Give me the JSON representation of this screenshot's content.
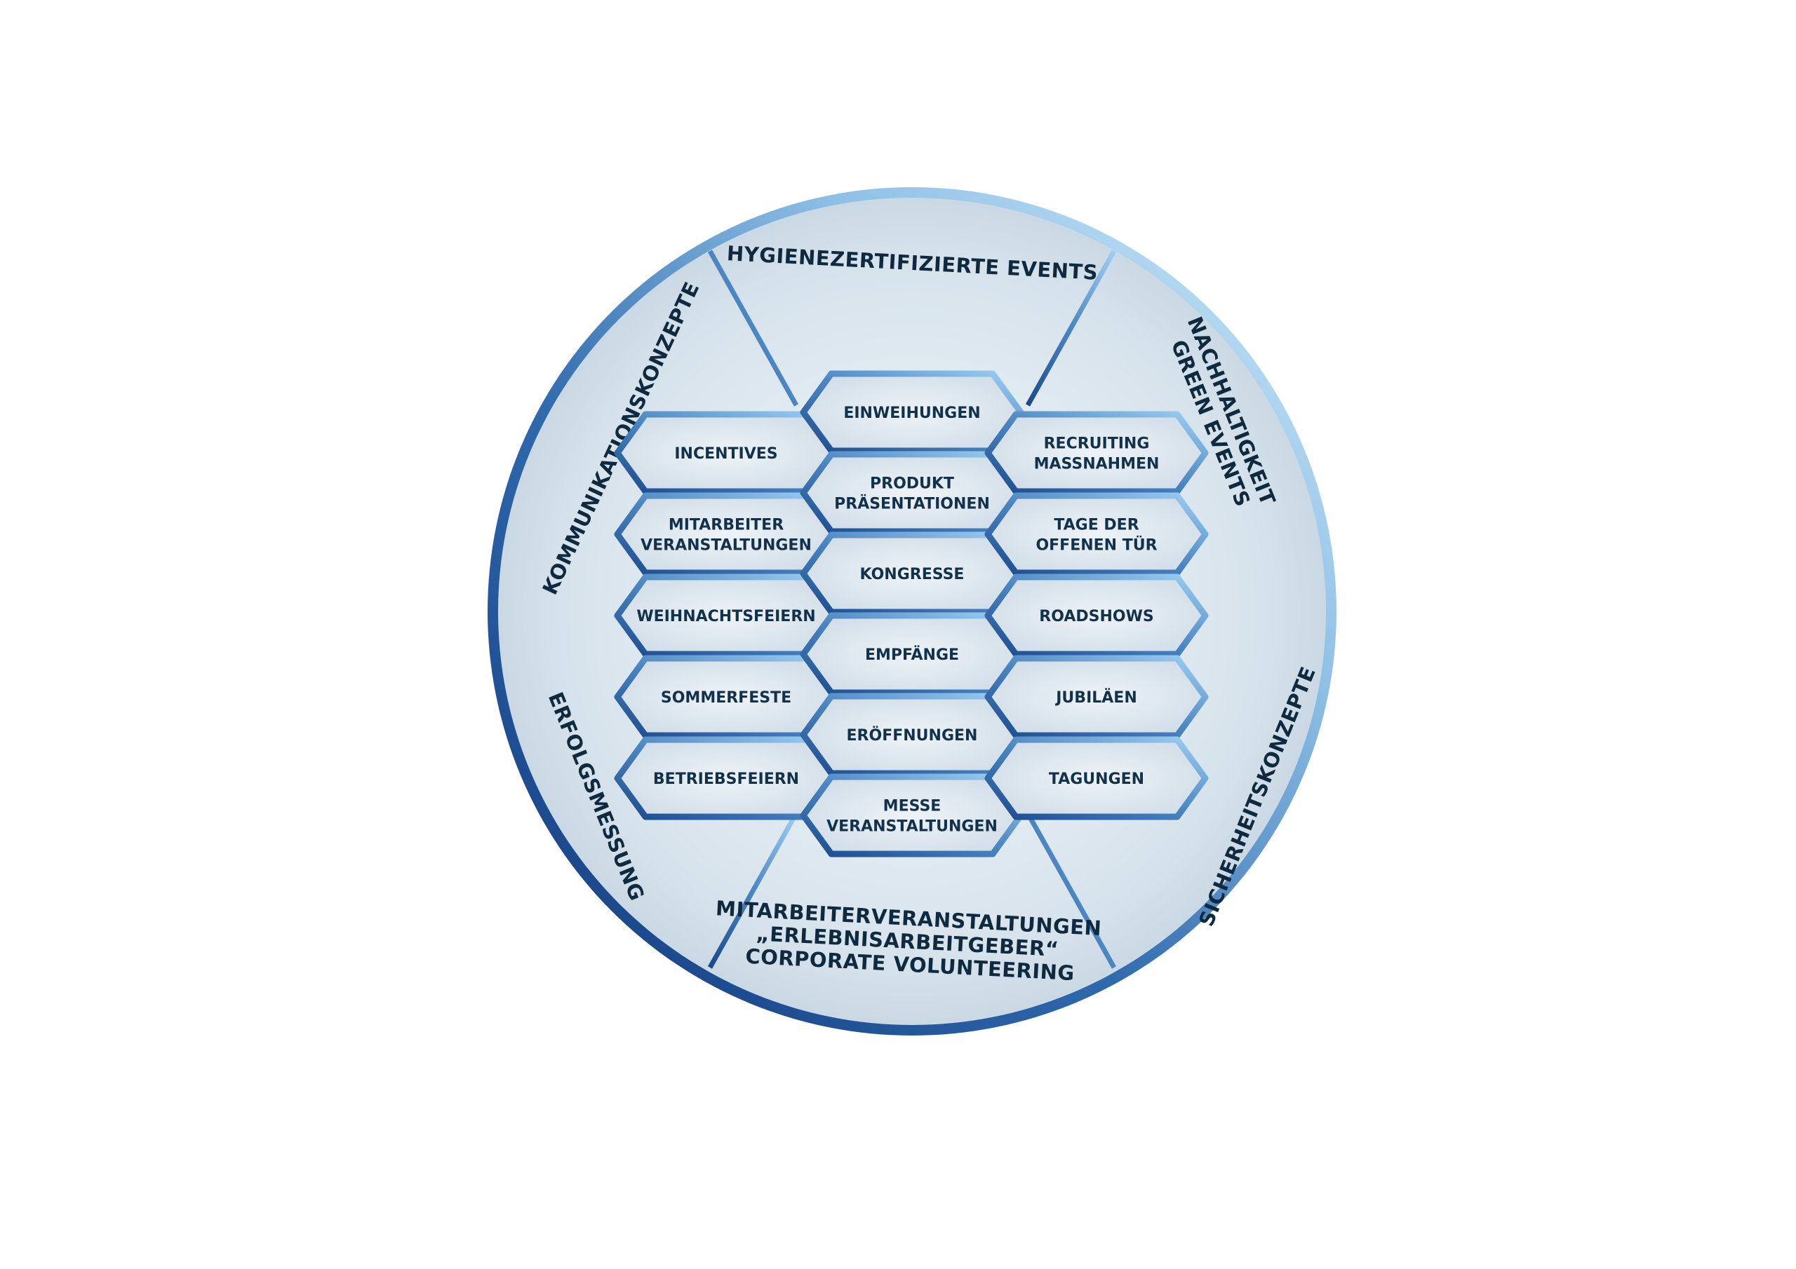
{
  "segments": {
    "top": [
      "HYGIENEZERTIFIZIERTE EVENTS"
    ],
    "top_right": [
      "NACHHALTIGKEIT",
      "GREEN EVENTS"
    ],
    "bottom_right": [
      "SICHERHEITSKONZEPTE"
    ],
    "bottom": [
      "MITARBEITERVERANSTALTUNGEN",
      "„ERLEBNISARBEITGEBER“",
      "CORPORATE VOLUNTEERING"
    ],
    "bottom_left": [
      "ERFOLGSMESSUNG"
    ],
    "top_left": [
      "KOMMUNIKATIONSKONZEPTE"
    ]
  },
  "hexagons": {
    "left": [
      [
        "INCENTIVES"
      ],
      [
        "MITARBEITER",
        "VERANSTALTUNGEN"
      ],
      [
        "WEIHNACHTSFEIERN"
      ],
      [
        "SOMMERFESTE"
      ],
      [
        "BETRIEBSFEIERN"
      ]
    ],
    "center": [
      [
        "EINWEIHUNGEN"
      ],
      [
        "PRODUKT",
        "PRÄSENTATIONEN"
      ],
      [
        "KONGRESSE"
      ],
      [
        "EMPFÄNGE"
      ],
      [
        "ERÖFFNUNGEN"
      ],
      [
        "MESSE",
        "VERANSTALTUNGEN"
      ]
    ],
    "right": [
      [
        "RECRUITING",
        "MASSNAHMEN"
      ],
      [
        "TAGE DER",
        "OFFENEN TÜR"
      ],
      [
        "ROADSHOWS"
      ],
      [
        "JUBILÄEN"
      ],
      [
        "TAGUNGEN"
      ]
    ]
  }
}
